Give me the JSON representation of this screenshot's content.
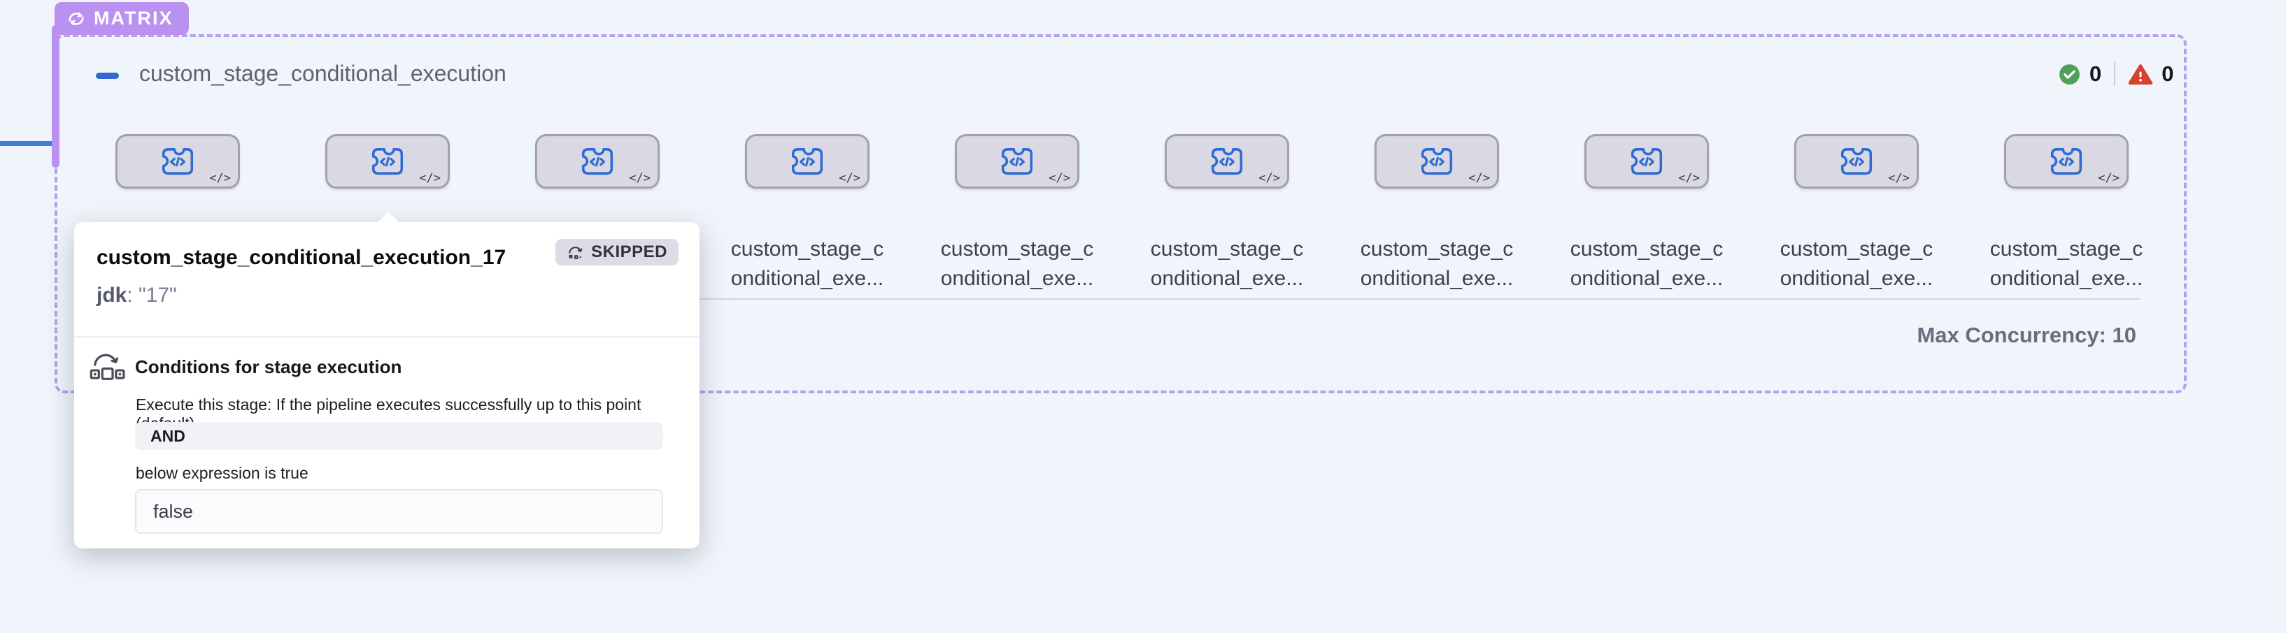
{
  "colors": {
    "accent_purple": "#ba90f0",
    "dashed_border": "#b89ff0",
    "stage_blue": "#2f6bd4",
    "success_green": "#4ea15b",
    "failed_red": "#d8402f",
    "page_bg": "#eff5fa"
  },
  "matrix": {
    "badge_label": "MATRIX",
    "group_title": "custom_stage_conditional_execution",
    "success_count": "0",
    "failed_count": "0",
    "max_concurrency_label": "Max Concurrency: 10"
  },
  "cards": {
    "count": 10,
    "label_line1": "custom_stage_c",
    "label_line2": "onditional_exe..."
  },
  "popup": {
    "title": "custom_stage_conditional_execution_17",
    "status": "SKIPPED",
    "var_key": "jdk",
    "var_sep": ": ",
    "var_value": "\"17\"",
    "conditions_heading": "Conditions for stage execution",
    "conditions_desc": "Execute this stage: If the pipeline executes successfully up to this point (default)",
    "operator": "AND",
    "below_note": "below expression is true",
    "expression": "false"
  },
  "icons": {
    "matrix_badge": "loop-icon",
    "collapse": "minus-icon",
    "success": "check-circle-icon",
    "failed": "warning-triangle-icon",
    "stage": "custom-stage-puzzle-code-icon",
    "stage_corner": "code-icon",
    "status": "skip-arrow-icon",
    "conditions": "conditional-execution-icon"
  }
}
